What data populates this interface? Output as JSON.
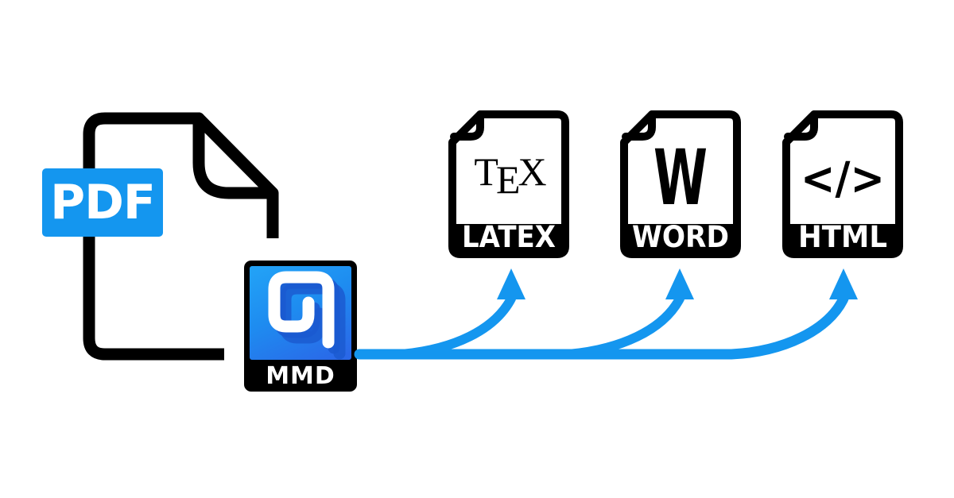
{
  "diagram": {
    "type": "conversion-flow",
    "source": "PDF",
    "converter": "MMD",
    "targets": [
      "LATEX",
      "WORD",
      "HTML"
    ]
  },
  "source": {
    "label": "PDF"
  },
  "converter": {
    "label": "MMD",
    "logo_icon": "mathpix-m-icon"
  },
  "outputs": {
    "latex": {
      "band": "LATEX",
      "tex": {
        "t": "T",
        "e": "E",
        "x": "X"
      }
    },
    "word": {
      "band": "WORD",
      "glyph": "W"
    },
    "html": {
      "band": "HTML",
      "glyph": "</>"
    }
  },
  "colors": {
    "accent_blue": "#1496ef",
    "mmd_blue_top": "#22a1f6",
    "mmd_blue_bottom": "#2a68e8",
    "mmd_shadow_blue": "#1b5ad0",
    "icon_black": "#000000",
    "background": "#ffffff"
  },
  "icons": {
    "pdf_document": "document-folded-corner-icon",
    "latex_glyph": "tex-logo",
    "word_glyph": "letter-w-glyph",
    "html_glyph": "code-brackets-icon",
    "arrows": "curved-flow-arrow-icon"
  }
}
